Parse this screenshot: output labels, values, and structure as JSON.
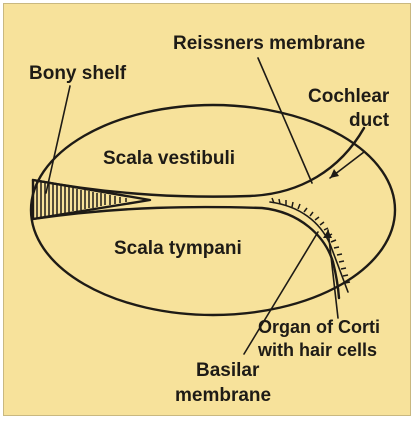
{
  "diagram": {
    "labels": {
      "reissners_membrane": "Reissners membrane",
      "bony_shelf": "Bony shelf",
      "cochlear_duct_line1": "Cochlear",
      "cochlear_duct_line2": "duct",
      "scala_vestibuli": "Scala vestibuli",
      "scala_tympani": "Scala tympani",
      "organ_of_corti_line1": "Organ of Corti",
      "organ_of_corti_line2": "with hair cells",
      "basilar_membrane_line1": "Basilar",
      "basilar_membrane_line2": "membrane"
    },
    "colors": {
      "background": "#f7e29b",
      "ink": "#1e1b16"
    }
  }
}
